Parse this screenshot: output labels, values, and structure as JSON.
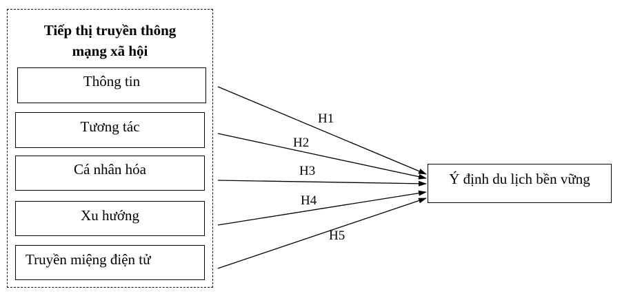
{
  "group": {
    "title_line1": "Tiếp thị truyền thông",
    "title_line2": "mạng xã hội",
    "items": [
      {
        "label": "Thông tin"
      },
      {
        "label": "Tương tác"
      },
      {
        "label": "Cá nhân hóa"
      },
      {
        "label": "Xu hướng"
      },
      {
        "label": "Truyền miệng điện tử"
      }
    ]
  },
  "outcome": {
    "label": "Ý định du lịch bền vững"
  },
  "hypotheses": [
    {
      "label": "H1"
    },
    {
      "label": "H2"
    },
    {
      "label": "H3"
    },
    {
      "label": "H4"
    },
    {
      "label": "H5"
    }
  ]
}
